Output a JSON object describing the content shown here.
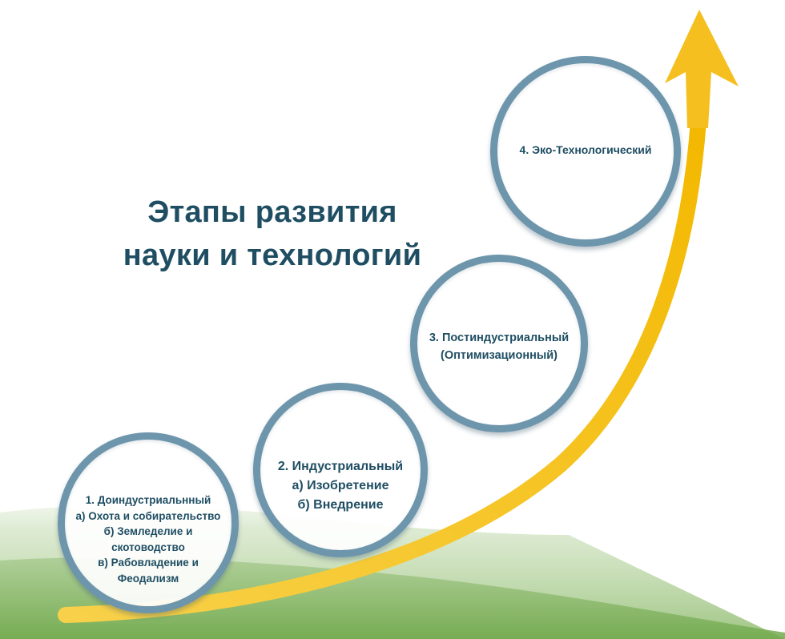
{
  "title": {
    "line1": "Этапы развития",
    "line2": "науки и технологий"
  },
  "stages": [
    {
      "lines": [
        "1. Доиндустриальнный",
        "а) Охота и собирательство",
        "б) Земледелие и",
        "скотоводство",
        "в) Рабовладение и",
        "Феодализм"
      ]
    },
    {
      "lines": [
        "2. Индустриальный",
        "а) Изобретение",
        "б) Внедрение"
      ]
    },
    {
      "lines": [
        "3. Постиндустриальный",
        "(Оптимизационный)"
      ]
    },
    {
      "lines": [
        "4. Эко-Технологический"
      ]
    }
  ],
  "colors": {
    "title": "#1f4e63",
    "circle_border": "#6d95ab",
    "arrow": "#f6c02c",
    "hill": "#8bb86a"
  }
}
